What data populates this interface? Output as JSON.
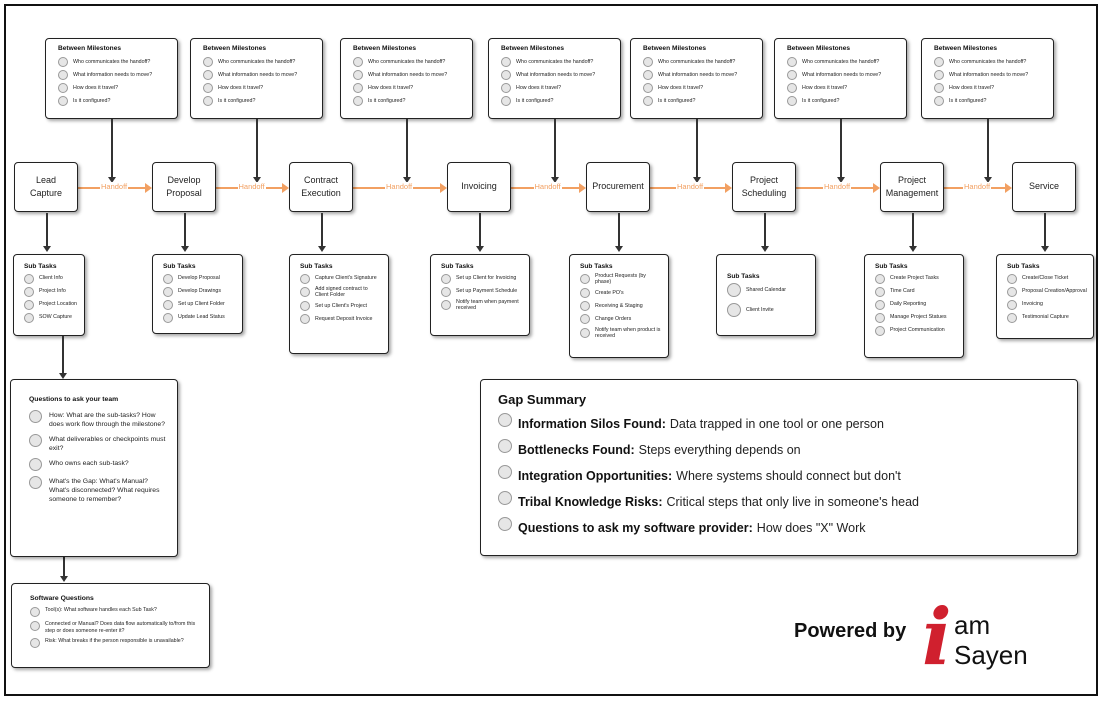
{
  "milestone_question_title": "Between Milestones",
  "milestone_questions": [
    "Who communicates the handoff?",
    "What information needs to move?",
    "How does it travel?",
    "Is it configured?"
  ],
  "handoff_label": "Handoff",
  "steps": [
    "Lead\nCapture",
    "Develop\nProposal",
    "Contract\nExecution",
    "Invoicing",
    "Procurement",
    "Project\nScheduling",
    "Project\nManagement",
    "Service"
  ],
  "sub_tasks_title": "Sub Tasks",
  "sub_tasks": [
    [
      "Client Info",
      "Project Info",
      "Project Location",
      "SOW Capture"
    ],
    [
      "Develop Proposal",
      "Develop Drawings",
      "Set up Client Folder",
      "Update Lead Status"
    ],
    [
      "Capture Client's Signature",
      "Add signed contract to Client Folder",
      "Set up Client's Project",
      "Request Deposit Invoice"
    ],
    [
      "Set up Client for Invoicing",
      "Set up Payment Schedule",
      "Notify team when payment received"
    ],
    [
      "Product Requests (by phase)",
      "Create PO's",
      "Receiving & Staging",
      "Change Orders",
      "Notify team when product is received"
    ],
    [
      "Shared Calendar",
      "Client Invite"
    ],
    [
      "Create Project Tasks",
      "Time Card",
      "Daily Reporting",
      "Manage Project Statues",
      "Project Communication"
    ],
    [
      "Create/Close Ticket",
      "Proposal Creation/Approval",
      "Invoicing",
      "Testimonial Capture"
    ]
  ],
  "team_questions": {
    "title": "Questions to ask your team",
    "items": [
      "How:  What are the sub-tasks? How does work flow through the milestone?",
      "What deliverables or checkpoints must exit?",
      "Who owns each sub-task?",
      "What's the Gap:  What's Manual?  What's disconnected? What requires someone to remember?"
    ]
  },
  "software_questions": {
    "title": "Software Questions",
    "items": [
      "Tool(s):  What software handles each Sub Task?",
      "Connected or Manual?  Does data flow automatically to/from this step or does someone re-enter it?",
      "Risk:  What breaks if the person responsible is unavailable?"
    ]
  },
  "gap_summary": {
    "title": "Gap Summary",
    "items": [
      {
        "label": "Information Silos Found:",
        "desc": "Data trapped in one tool or one person"
      },
      {
        "label": "Bottlenecks Found:",
        "desc": "Steps everything depends on"
      },
      {
        "label": "Integration Opportunities:",
        "desc": "Where systems should connect but don't"
      },
      {
        "label": "Tribal Knowledge Risks:",
        "desc": "Critical steps that only live in someone's head"
      },
      {
        "label": "Questions to ask my software provider:",
        "desc": " How does \"X\" Work"
      }
    ]
  },
  "branding": {
    "powered_by": "Powered by",
    "logo_i": "i",
    "logo_am": "am",
    "logo_sayen": "Sayen",
    "logo_color": "#d0202e"
  }
}
